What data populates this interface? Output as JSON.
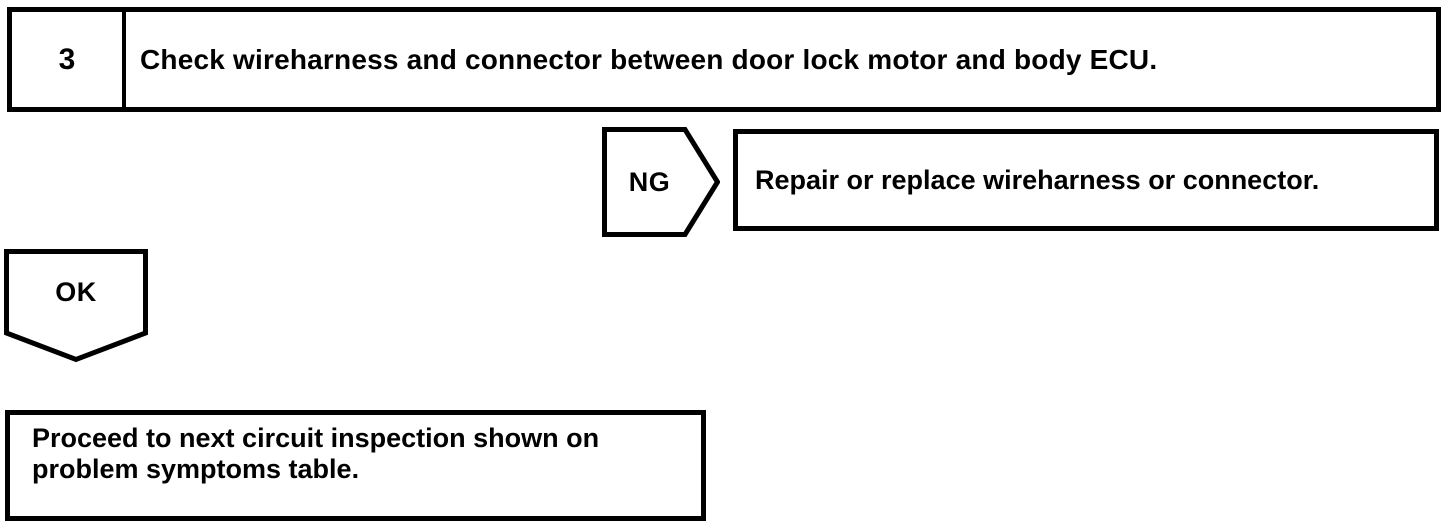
{
  "flowchart": {
    "step_box": {
      "number": "3",
      "instruction": "Check wireharness and connector between door lock motor and body ECU."
    },
    "ng_branch": {
      "label": "NG",
      "action": "Repair or replace wireharness or connector."
    },
    "ok_branch": {
      "label": "OK"
    },
    "result_box": {
      "lines": [
        "Proceed to next circuit inspection shown on",
        "problem symptoms table."
      ]
    }
  },
  "colors": {
    "ink": "#000000",
    "paper": "#ffffff"
  }
}
